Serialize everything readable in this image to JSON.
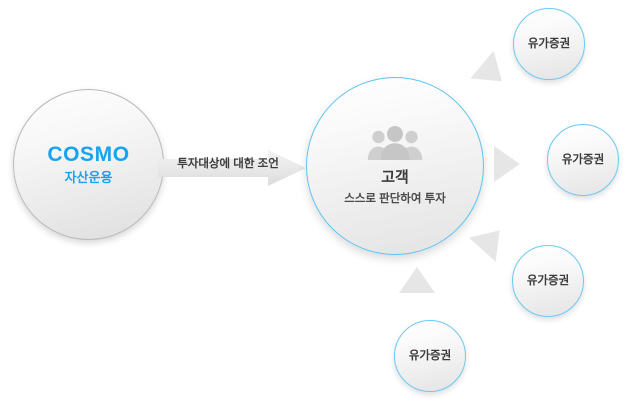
{
  "diagram": {
    "source_node": {
      "title": "COSMO",
      "subtitle": "자산운용",
      "icon": "none"
    },
    "flow_arrow": {
      "label": "투자대상에 대한 조언",
      "icon": "right-arrow-banner-icon"
    },
    "center_node": {
      "icon": "people-group-icon",
      "title": "고객",
      "subtitle": "스스로 판단하여 투자"
    },
    "securities_nodes": [
      {
        "label": "유가증권"
      },
      {
        "label": "유가증권"
      },
      {
        "label": "유가증권"
      },
      {
        "label": "유가증권"
      }
    ],
    "radiating_arrows": [
      {
        "icon": "triangle-arrow-icon"
      },
      {
        "icon": "triangle-arrow-icon"
      },
      {
        "icon": "triangle-arrow-icon"
      },
      {
        "icon": "triangle-arrow-icon"
      }
    ],
    "colors": {
      "brand_blue": "#17a3ef",
      "ring_blue": "#5cc3f2",
      "arrow_gray": "#e6e6e6",
      "text_dark": "#3b3b3b",
      "background": "#ffffff"
    }
  }
}
